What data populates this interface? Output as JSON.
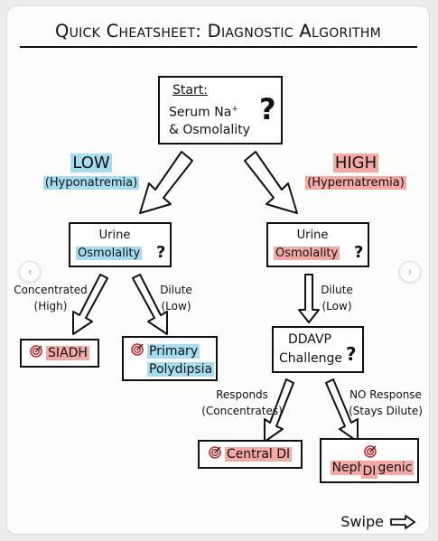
{
  "title": "Quick Cheatsheet: Diagnostic Algorithm",
  "start": {
    "label": "Start:",
    "line1": "Serum Na",
    "superscript": "+",
    "line2": "& Osmolality",
    "question": "?"
  },
  "low": {
    "label": "LOW",
    "sub": "(Hyponatremia)"
  },
  "high": {
    "label": "HIGH",
    "sub": "(Hypernatremia)"
  },
  "left_urine": {
    "line1": "Urine",
    "line2": "Osmolality",
    "question": "?"
  },
  "right_urine": {
    "line1": "Urine",
    "line2": "Osmolality",
    "question": "?"
  },
  "concentrated": {
    "line1": "Concentrated",
    "line2": "(High)"
  },
  "dilute_left": {
    "line1": "Dilute",
    "line2": "(Low)"
  },
  "dilute_right": {
    "line1": "Dilute",
    "line2": "(Low)"
  },
  "siadh": "SIADH",
  "primary": {
    "line1": "Primary",
    "line2": "Polydipsia"
  },
  "ddavp": {
    "line1": "DDAVP",
    "line2": "Challenge",
    "question": "?"
  },
  "responds": {
    "line1": "Responds",
    "line2": "(Concentrates)"
  },
  "no_response": {
    "line1": "NO Response",
    "line2": "(Stays Dilute)"
  },
  "central": "Central DI",
  "nephrogenic": {
    "line1": "Nephrogenic",
    "line2": "DI"
  },
  "swipe": "Swipe",
  "colors": {
    "blue_highlight": "#a6dcf0",
    "red_highlight": "#f4a9a4",
    "ink": "#111111"
  },
  "icons": [
    "target-icon",
    "chevron-left-icon",
    "chevron-right-icon",
    "arrow-right-icon"
  ]
}
